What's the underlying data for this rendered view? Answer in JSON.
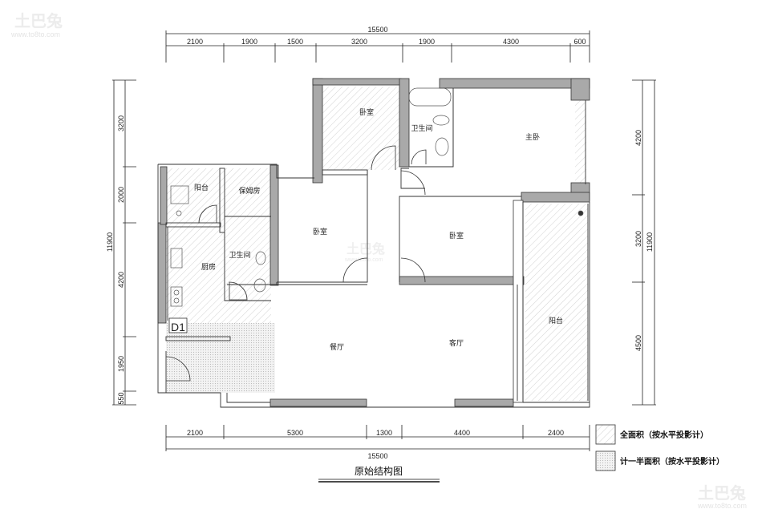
{
  "watermark": {
    "logo": "土巴兔",
    "url": "www.to8to.com"
  },
  "top_dims": {
    "total": "15500",
    "segments": [
      "2100",
      "1900",
      "1500",
      "3200",
      "1900",
      "4300",
      "600"
    ]
  },
  "bottom_dims": {
    "total": "15500",
    "segments": [
      "2100",
      "5300",
      "1300",
      "4400",
      "2400"
    ]
  },
  "left_dims": {
    "total": "11900",
    "segments": [
      "3200",
      "2000",
      "4200",
      "1950",
      "550"
    ]
  },
  "right_dims": {
    "total": "11900",
    "segments": [
      "4200",
      "3200",
      "4500"
    ]
  },
  "rooms": {
    "bedroom_top": "卧室",
    "bathroom_top": "卫生间",
    "master_bedroom": "主卧",
    "balcony_left": "阳台",
    "nanny_room": "保姆房",
    "bedroom_mid_left": "卧室",
    "bedroom_mid_right": "卧室",
    "bathroom_left": "卫生间",
    "kitchen": "厨房",
    "dining": "餐厅",
    "living": "客厅",
    "balcony_right": "阳台",
    "door_tag": "D1"
  },
  "legend": {
    "full_area": "全面积（按水平投影计）",
    "half_area": "计一半面积（按水平投影计）"
  },
  "title": "原始结构图",
  "colors": {
    "wall": "#a9a9a9",
    "line": "#333333",
    "hatch": "#cfcfcf"
  }
}
